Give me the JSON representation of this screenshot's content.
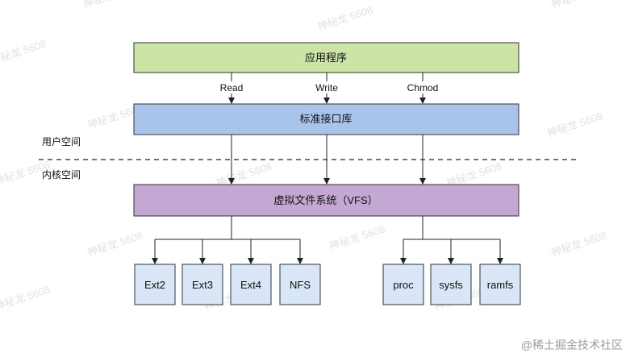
{
  "layers": {
    "app": {
      "label": "应用程序",
      "fill": "#cce5a6"
    },
    "stdlib": {
      "label": "标准接口库",
      "fill": "#a9c4ea"
    },
    "vfs": {
      "label": "虚拟文件系统（VFS）",
      "fill": "#c2a8d2"
    }
  },
  "calls": [
    "Read",
    "Write",
    "Chmod"
  ],
  "space": {
    "user": "用户空间",
    "kernel": "内核空间"
  },
  "filesystems": {
    "disk": [
      "Ext2",
      "Ext3",
      "Ext4",
      "NFS"
    ],
    "virtual": [
      "proc",
      "sysfs",
      "ramfs"
    ],
    "fill": "#d9e6f7"
  },
  "watermark": {
    "text": "神秘龙 5608",
    "brand": "@稀土掘金技术社区"
  },
  "colors": {
    "stroke": "#222222",
    "box_border": "#333333"
  }
}
